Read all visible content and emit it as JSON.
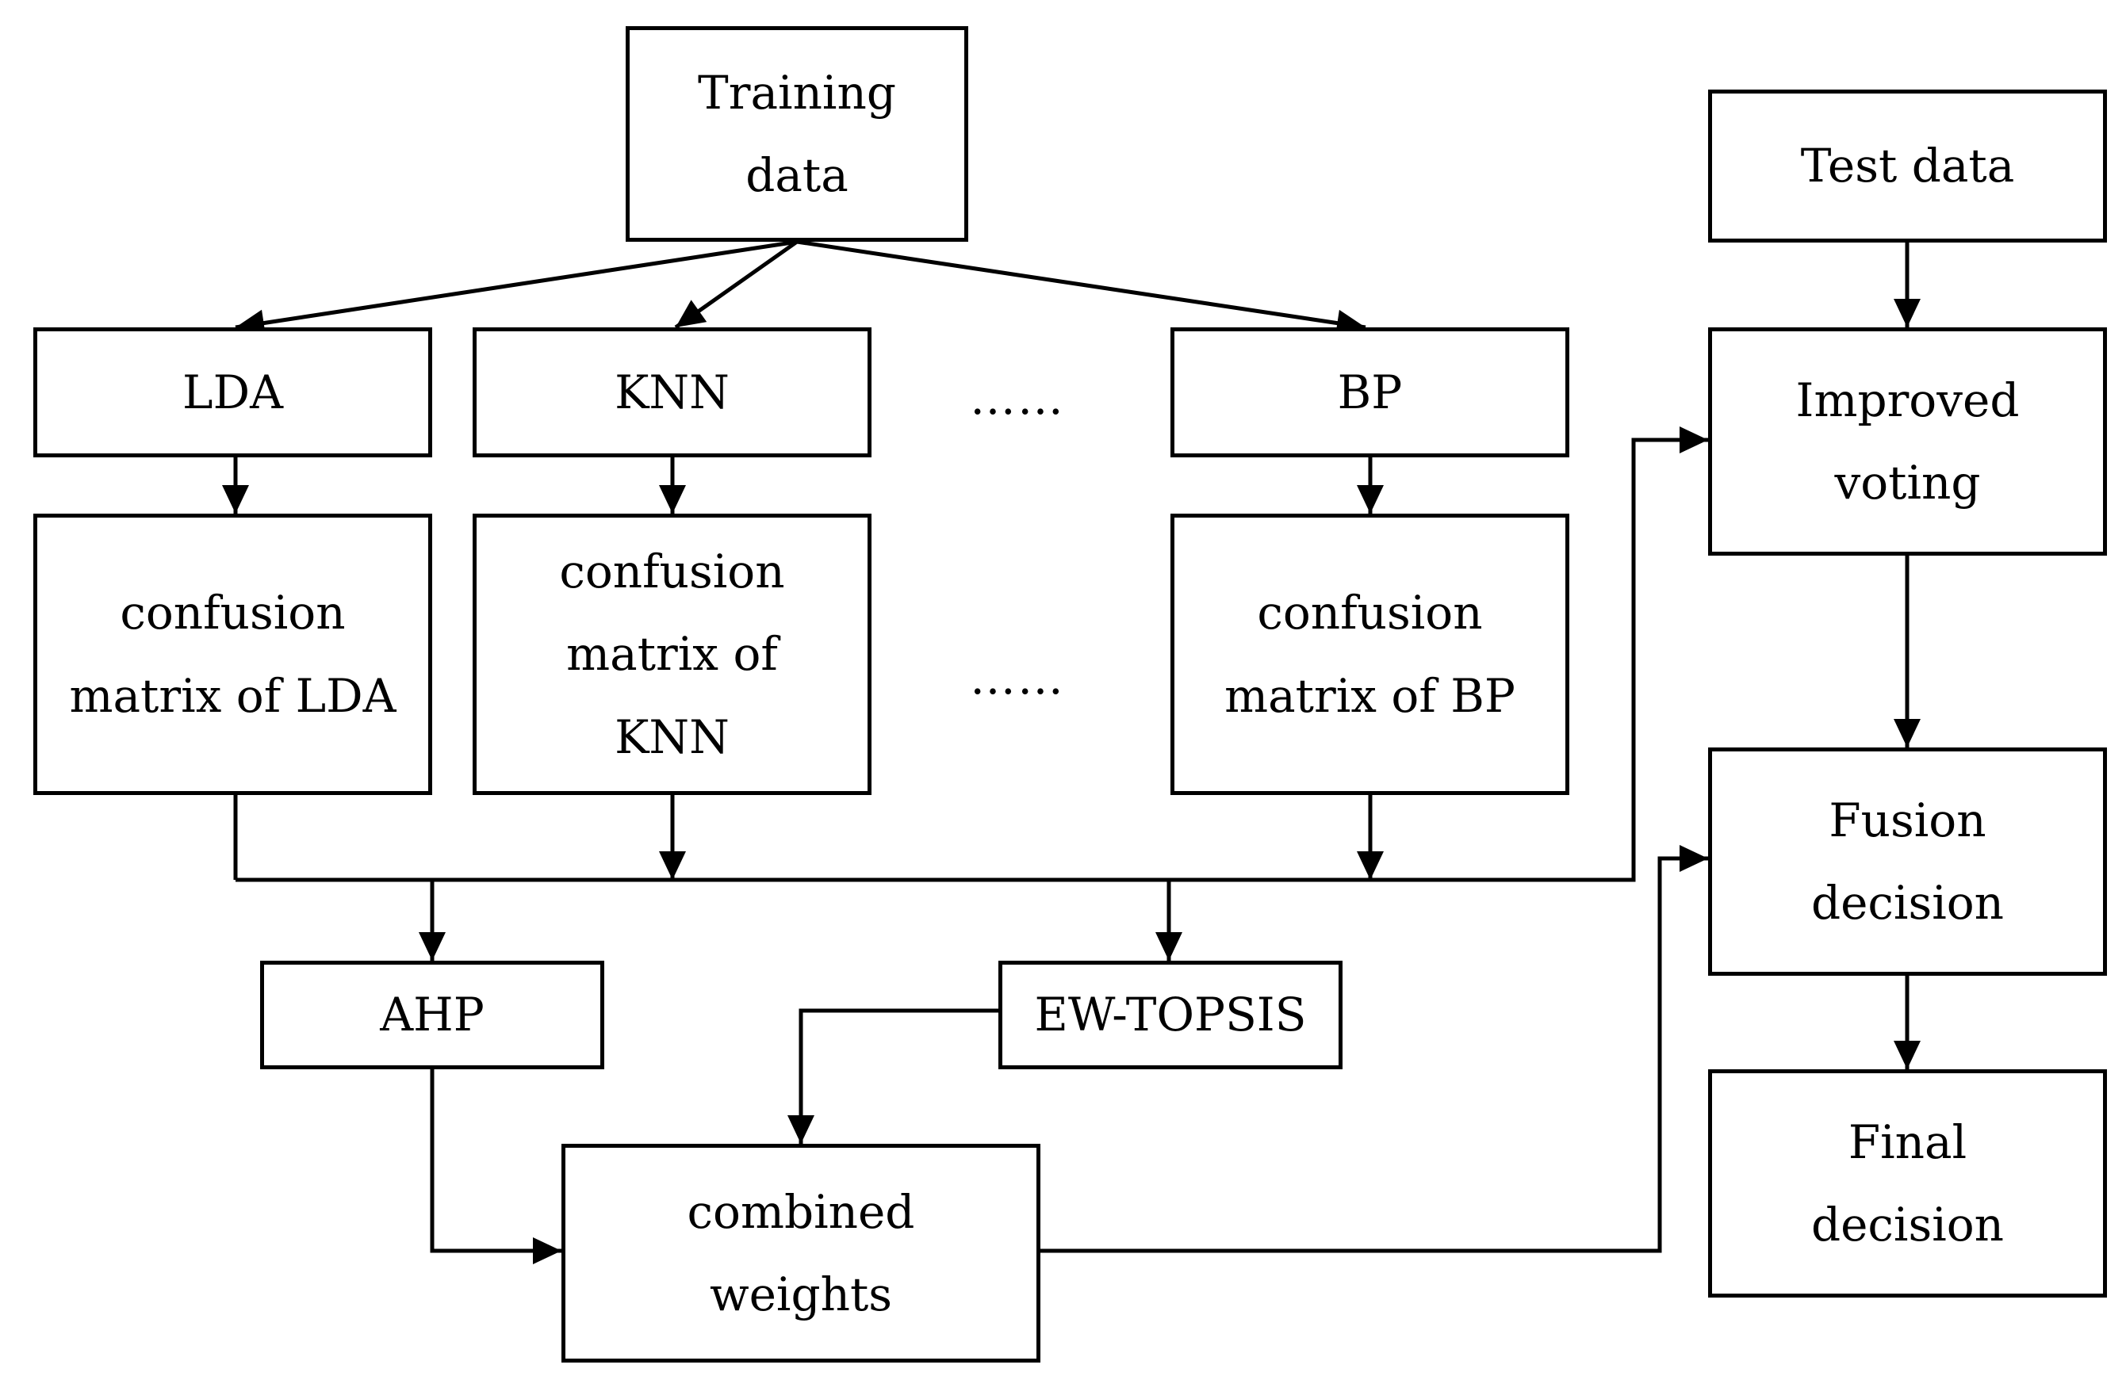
{
  "nodes": {
    "training": "Training\ndata",
    "lda": "LDA",
    "knn": "KNN",
    "bp": "BP",
    "ellipsis_classifiers": "……",
    "cm_lda": "confusion\nmatrix of LDA",
    "cm_knn": "confusion\nmatrix of\nKNN",
    "ellipsis_matrices": "……",
    "cm_bp": "confusion\nmatrix of BP",
    "ahp": "AHP",
    "ew_topsis": "EW-TOPSIS",
    "combined_weights": "combined\nweights",
    "test_data": "Test data",
    "improved_voting": "Improved\nvoting",
    "fusion_decision": "Fusion\ndecision",
    "final_decision": "Final\ndecision"
  },
  "edges": [
    {
      "from": "training",
      "to": "lda"
    },
    {
      "from": "training",
      "to": "knn"
    },
    {
      "from": "training",
      "to": "bp"
    },
    {
      "from": "lda",
      "to": "cm_lda"
    },
    {
      "from": "knn",
      "to": "cm_knn"
    },
    {
      "from": "bp",
      "to": "cm_bp"
    },
    {
      "from": "cm_lda",
      "to": "ahp"
    },
    {
      "from": "cm_knn",
      "to": "ahp"
    },
    {
      "from": "cm_bp",
      "to": "ahp"
    },
    {
      "from": "cm_lda",
      "to": "ew_topsis"
    },
    {
      "from": "cm_knn",
      "to": "ew_topsis"
    },
    {
      "from": "cm_bp",
      "to": "ew_topsis"
    },
    {
      "from": "cm_bp",
      "to": "improved_voting"
    },
    {
      "from": "ahp",
      "to": "combined_weights"
    },
    {
      "from": "ew_topsis",
      "to": "combined_weights"
    },
    {
      "from": "combined_weights",
      "to": "fusion_decision"
    },
    {
      "from": "test_data",
      "to": "improved_voting"
    },
    {
      "from": "improved_voting",
      "to": "fusion_decision"
    },
    {
      "from": "fusion_decision",
      "to": "final_decision"
    }
  ]
}
